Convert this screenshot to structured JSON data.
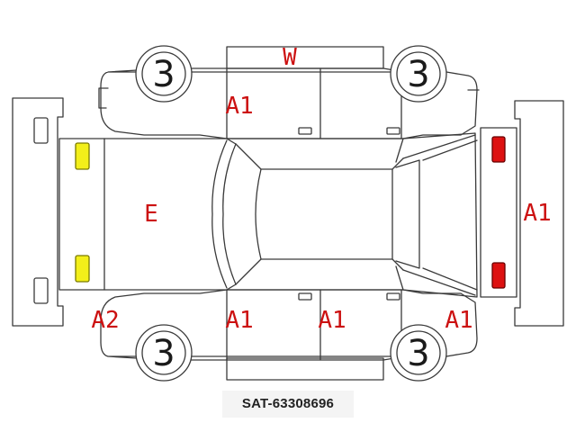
{
  "colors": {
    "line": "#3a3a3a",
    "code_text": "#cc1111",
    "light_front": "#f3ef1a",
    "light_front_border": "#7a7a00",
    "light_rear": "#dd1111",
    "light_rear_border": "#660000"
  },
  "wheels": {
    "front_top": "3",
    "rear_top": "3",
    "front_bottom": "3",
    "rear_bottom": "3"
  },
  "codes": {
    "roof": "W",
    "top_front_door": "A1",
    "hood": "E",
    "rear_bumper": "A1",
    "front_bumper_left": "A2",
    "bottom_front_door": "A1",
    "bottom_rear_door": "A1",
    "bottom_rear_quarter": "A1"
  },
  "lights": {
    "front": "yellow",
    "rear": "red"
  },
  "footer": {
    "id": "SAT-63308696"
  }
}
